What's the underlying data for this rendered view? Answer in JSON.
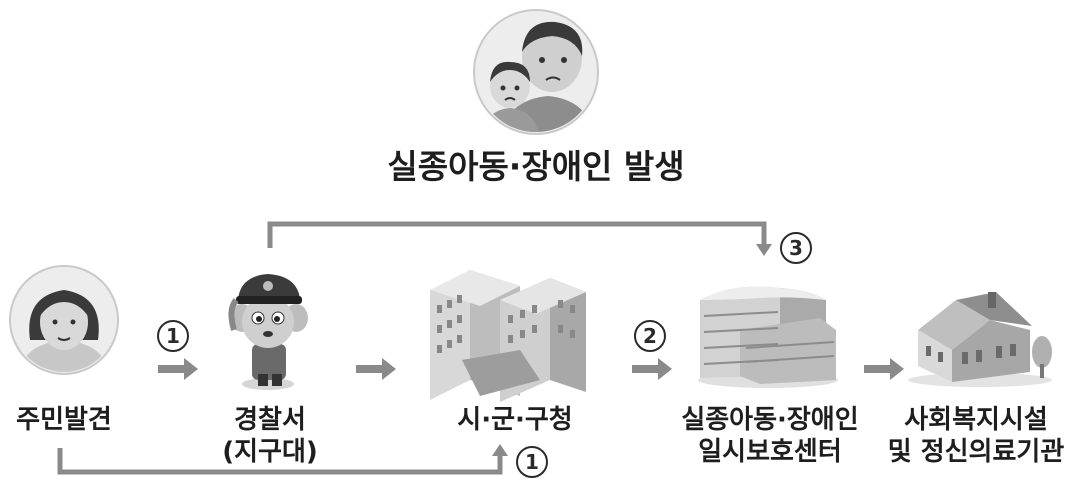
{
  "title": "실종아동·장애인 발생",
  "nodes": {
    "resident": "주민발견",
    "police_line1": "경찰서",
    "police_line2": "(지구대)",
    "city": "시·군·구청",
    "center_line1": "실종아동·장애인",
    "center_line2": "일시보호센터",
    "facility_line1": "사회복지시설",
    "facility_line2": "및 정신의료기관"
  },
  "steps": {
    "step1_top": "1",
    "step1_bottom": "1",
    "step2": "2",
    "step3": "3"
  },
  "colors": {
    "arrow": "#8a8a8a",
    "text": "#1e1e1e"
  }
}
